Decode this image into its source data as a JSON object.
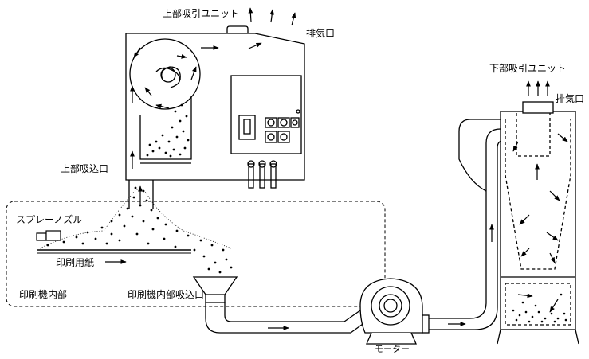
{
  "labels": {
    "upper_suction_unit": "上部吸引ユニット",
    "upper_exhaust": "排気口",
    "upper_inlet": "上部吸込口",
    "spray_nozzle": "スプレーノズル",
    "printing_paper": "印刷用紙",
    "printer_interior": "印刷機内部",
    "printer_interior_inlet": "印刷機内部吸込口",
    "lower_suction_unit": "下部吸引ユニット",
    "lower_exhaust": "排気口",
    "motor": "モーター"
  },
  "colors": {
    "stroke": "#000000",
    "background": "#ffffff"
  }
}
